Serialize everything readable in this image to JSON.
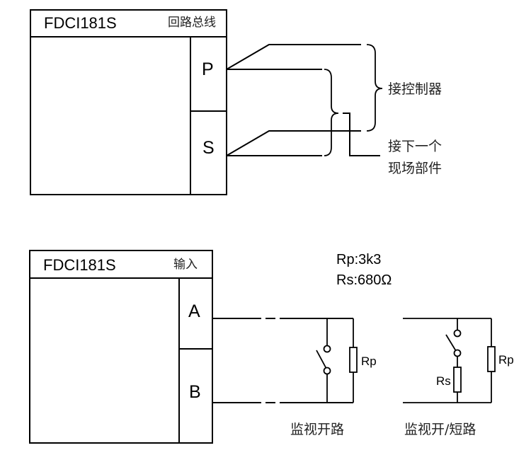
{
  "diagrams": [
    {
      "id": "loop-bus",
      "device_model": "FDCI181S",
      "header_tag": "回路总线",
      "terminals": [
        "P",
        "S"
      ],
      "annotations": {
        "to_controller": "接控制器",
        "to_next_device_line1": "接下一个",
        "to_next_device_line2": "现场部件"
      }
    },
    {
      "id": "input",
      "device_model": "FDCI181S",
      "header_tag": "输入",
      "terminals": [
        "A",
        "B"
      ],
      "resistor_spec": {
        "rp": "Rp:3k3",
        "rs": "Rs:680Ω"
      },
      "circuits": [
        {
          "caption": "监视开路",
          "resistor_labels": [
            "Rp"
          ]
        },
        {
          "caption": "监视开/短路",
          "resistor_labels": [
            "Rs",
            "Rp"
          ]
        }
      ]
    }
  ]
}
